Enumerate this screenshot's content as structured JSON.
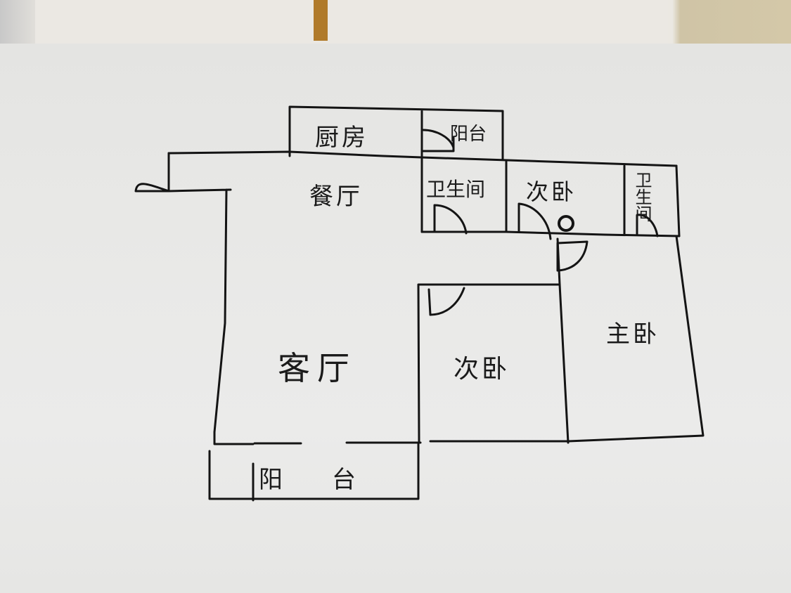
{
  "diagram": {
    "type": "hand-drawn floor plan",
    "rooms": [
      {
        "id": "kitchen",
        "label": "厨房"
      },
      {
        "id": "balcony_north",
        "label": "阳台"
      },
      {
        "id": "dining",
        "label": "餐厅"
      },
      {
        "id": "bathroom_1",
        "label": "卫生间"
      },
      {
        "id": "second_bedroom_north",
        "label": "次卧"
      },
      {
        "id": "bathroom_2",
        "label": "卫生间"
      },
      {
        "id": "living_room",
        "label": "客厅"
      },
      {
        "id": "second_bedroom_south",
        "label": "次卧"
      },
      {
        "id": "master_bedroom",
        "label": "主卧"
      },
      {
        "id": "balcony_south",
        "label": "阳台"
      }
    ],
    "colors": {
      "ink": "#141414",
      "paper": "#e8e8e6"
    }
  }
}
